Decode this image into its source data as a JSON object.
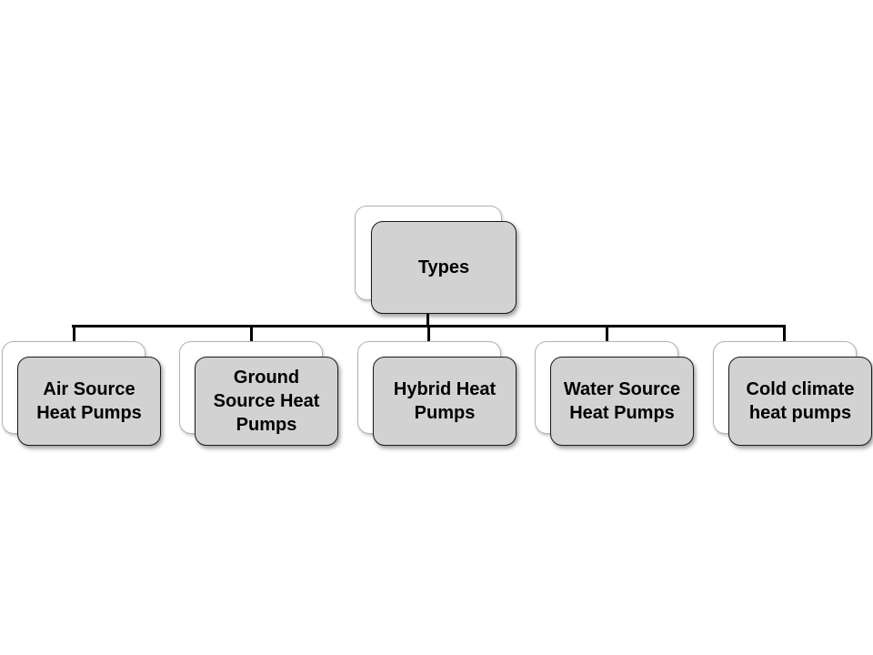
{
  "diagram": {
    "type": "hierarchy",
    "root": {
      "label": "Types"
    },
    "children": [
      {
        "label": "Air Source Heat Pumps"
      },
      {
        "label": "Ground Source Heat Pumps"
      },
      {
        "label": "Hybrid Heat Pumps"
      },
      {
        "label": "Water Source Heat Pumps"
      },
      {
        "label": "Cold climate heat pumps"
      }
    ],
    "colors": {
      "node_fill": "#d2d2d2",
      "node_border": "#1a1a1a",
      "back_card_fill": "#ffffff",
      "back_card_border": "#b3b3b3",
      "connector": "#000000",
      "text": "#000000",
      "background": "#ffffff"
    }
  }
}
